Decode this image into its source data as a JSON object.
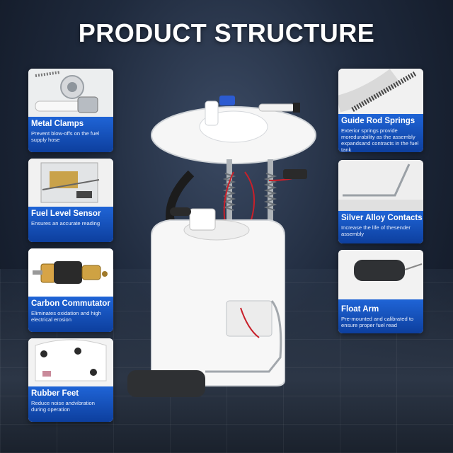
{
  "title": "PRODUCT STRUCTURE",
  "features": {
    "metal_clamps": {
      "name": "Metal Clamps",
      "desc": "Prevent blow-offs on the fuel supply hose"
    },
    "fuel_level_sensor": {
      "name": "Fuel Level Sensor",
      "desc": "Ensures an accurate reading"
    },
    "carbon_commutator": {
      "name": "Carbon Commutator",
      "desc": "Eliminates oxidation and high electrical erosion"
    },
    "rubber_feet": {
      "name": "Rubber Feet",
      "desc": "Reduce noise andvibration during operation"
    },
    "guide_rod_springs": {
      "name": "Guide Rod Springs",
      "desc": "Exterior springs provide moredurability as the assembly expandsand contracts in the fuel tank"
    },
    "silver_alloy_contacts": {
      "name": "Silver Alloy Contacts",
      "desc": "Increase the life of thesender assembly"
    },
    "float_arm": {
      "name": "Float Arm",
      "desc": "Pre-mounted and calibrated to ensure proper fuel read"
    }
  },
  "colors": {
    "band": "#1f64d6",
    "band_dark": "#0d3f9e",
    "background": "#1f2a3d"
  }
}
